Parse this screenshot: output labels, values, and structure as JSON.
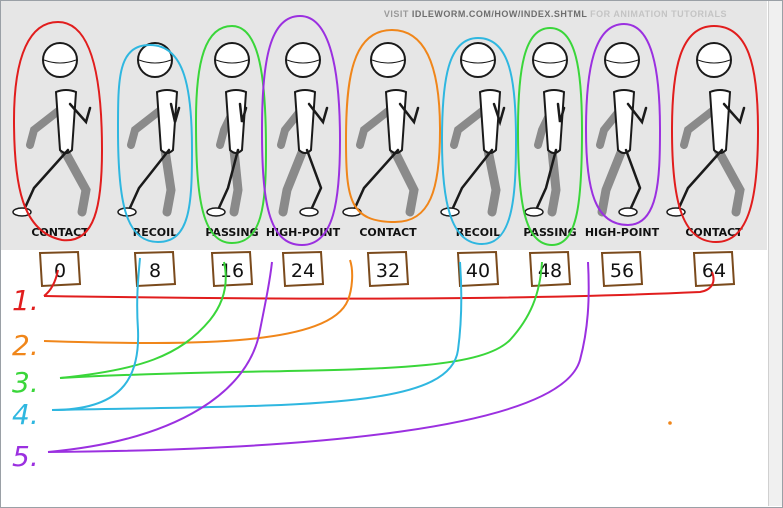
{
  "credit": {
    "prefix": "VISIT ",
    "site": "IDLEWORM.COM/HOW/INDEX.SHTML",
    "suffix": " FOR ANIMATION TUTORIALS"
  },
  "poses": [
    {
      "label": "CONTACT",
      "frame": "0",
      "outline_color": "#e11d1d"
    },
    {
      "label": "RECOIL",
      "frame": "8",
      "outline_color": "#2fb7e0"
    },
    {
      "label": "PASSING",
      "frame": "16",
      "outline_color": "#3ad63a"
    },
    {
      "label": "HIGH-POINT",
      "frame": "24",
      "outline_color": "#9b30e0"
    },
    {
      "label": "CONTACT",
      "frame": "32",
      "outline_color": "#f0861a"
    },
    {
      "label": "RECOIL",
      "frame": "40",
      "outline_color": "#2fb7e0"
    },
    {
      "label": "PASSING",
      "frame": "48",
      "outline_color": "#3ad63a"
    },
    {
      "label": "HIGH-POINT",
      "frame": "56",
      "outline_color": "#9b30e0"
    },
    {
      "label": "CONTACT",
      "frame": "64",
      "outline_color": "#e11d1d"
    }
  ],
  "sequence": [
    {
      "label": "1.",
      "color": "#e11d1d"
    },
    {
      "label": "2.",
      "color": "#f0861a"
    },
    {
      "label": "3.",
      "color": "#3ad63a"
    },
    {
      "label": "4.",
      "color": "#2fb7e0"
    },
    {
      "label": "5.",
      "color": "#9b30e0"
    }
  ],
  "colors": {
    "frame_box": "#7a4a1c",
    "figure_line": "#1a1a1a",
    "figure_fill": "#ffffff",
    "back_limb": "#8a8a8a",
    "strip_bg": "#e6e6e6"
  },
  "icons": [
    "stick-figure-icon"
  ]
}
